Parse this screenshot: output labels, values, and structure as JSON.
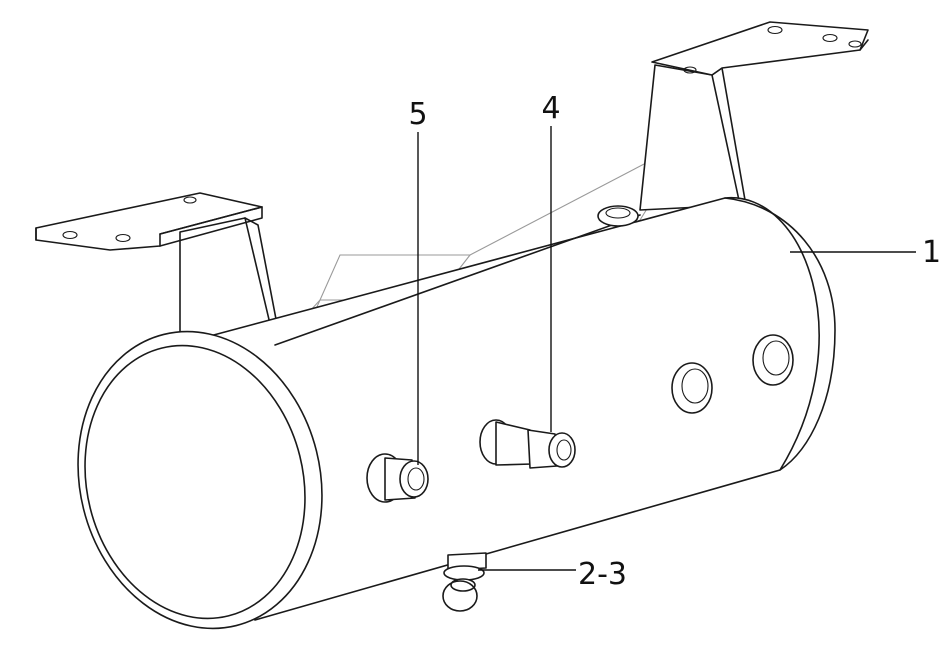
{
  "callouts": {
    "tank": "1",
    "drain_valve": "2-3",
    "fitting_right": "4",
    "fitting_left": "5"
  }
}
